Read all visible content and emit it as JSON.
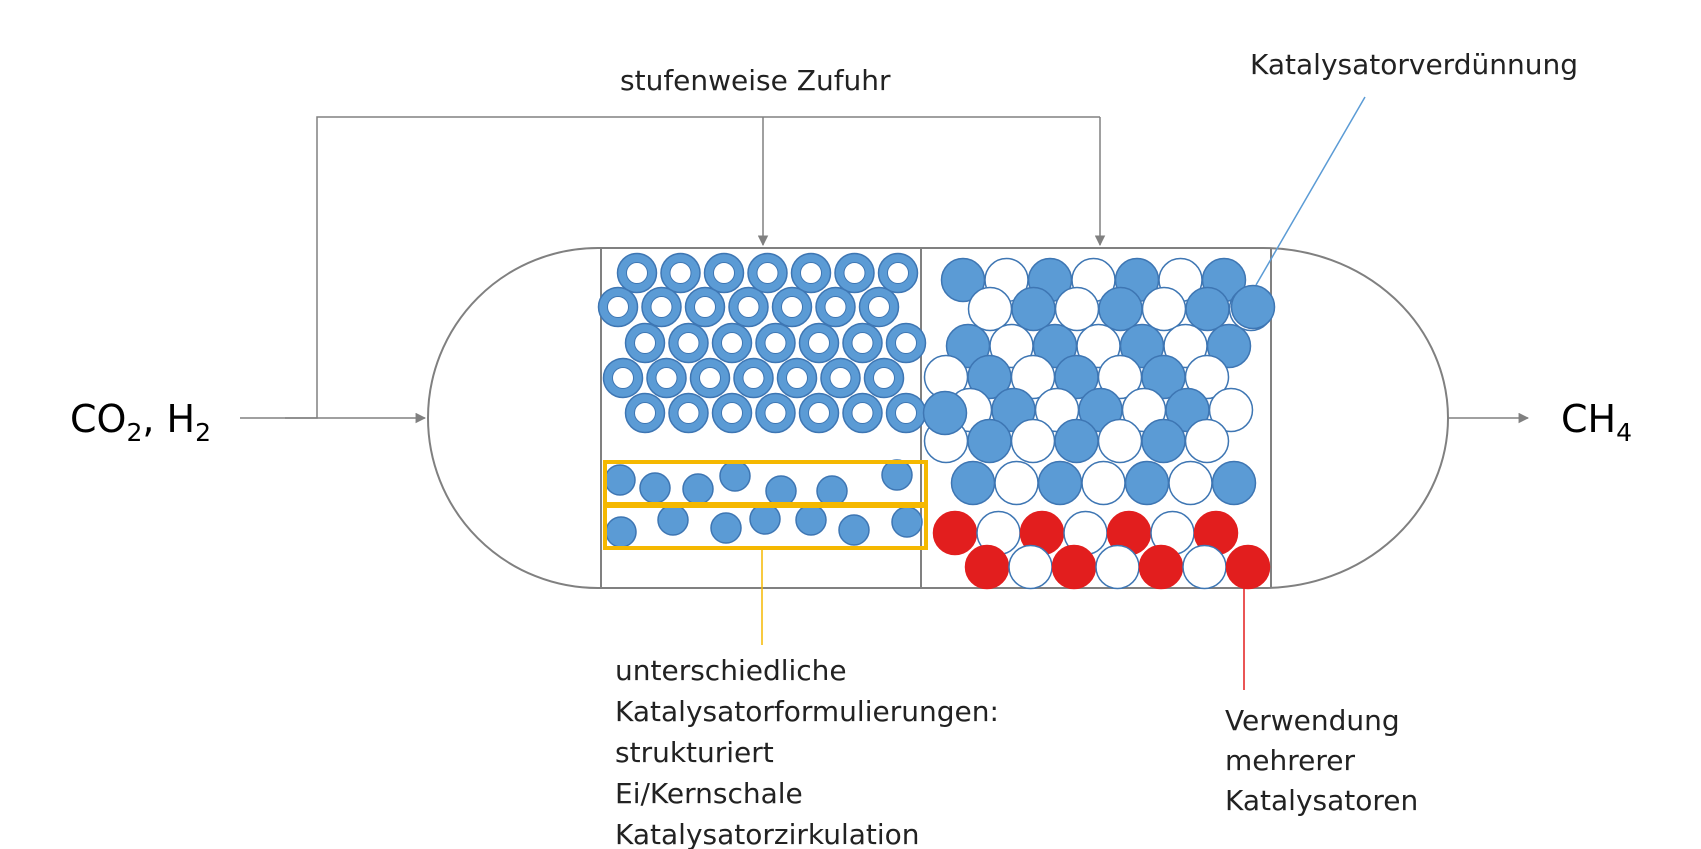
{
  "labels": {
    "inlet": "CO",
    "inlet_sub": "2",
    "inlet_rest": ", H",
    "inlet_rest_sub": "2",
    "outlet": "CH",
    "outlet_sub": "4",
    "staged_feed": "stufenweise Zufuhr",
    "dilution": "Katalysatorverdünnung",
    "formulations": [
      "unterschiedliche",
      "Katalysatorformulierungen:",
      "strukturiert",
      "Ei/Kernschale",
      "Katalysatorzirkulation"
    ],
    "multiple": [
      "Verwendung",
      "mehrerer",
      "Katalysatoren"
    ]
  },
  "colors": {
    "catalyst_blue": "#5b9bd5",
    "catalyst_blue_stroke": "#3e76b3",
    "inert_white": "#ffffff",
    "catalyst_red": "#e21e1e",
    "highlight_box": "#f5b800",
    "vessel_line": "#808080",
    "dilution_leader": "#5b9bd5",
    "multi_leader": "#e21e1e"
  }
}
